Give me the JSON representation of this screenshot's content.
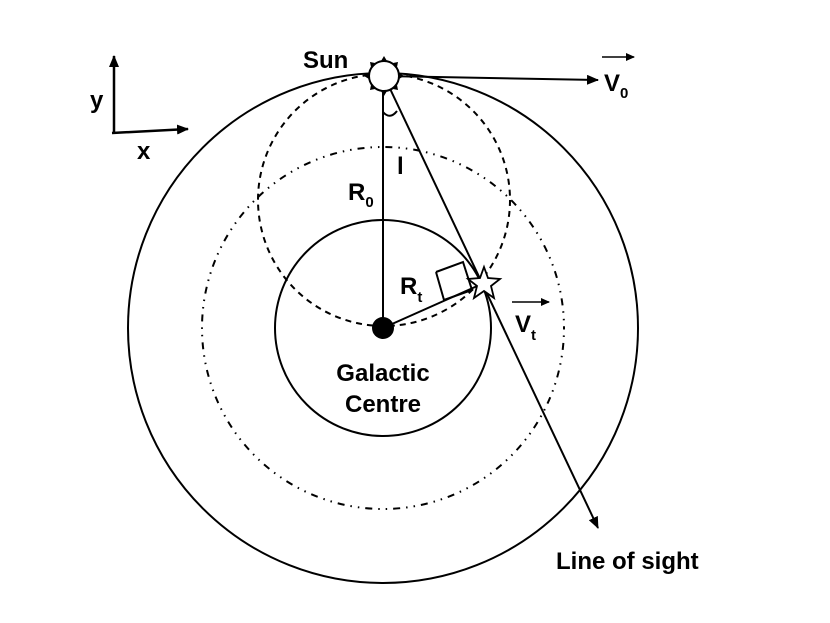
{
  "labels": {
    "sun": "Sun",
    "v0_main": "V",
    "v0_sub": "0",
    "y_axis": "y",
    "x_axis": "x",
    "l_angle": "l",
    "r0_main": "R",
    "r0_sub": "0",
    "rt_main": "R",
    "rt_sub": "t",
    "vt_main": "V",
    "vt_sub": "t",
    "galactic_line1": "Galactic",
    "galactic_line2": "Centre",
    "line_of_sight": "Line of sight"
  },
  "colors": {
    "ink": "#000000",
    "background": "#ffffff"
  }
}
